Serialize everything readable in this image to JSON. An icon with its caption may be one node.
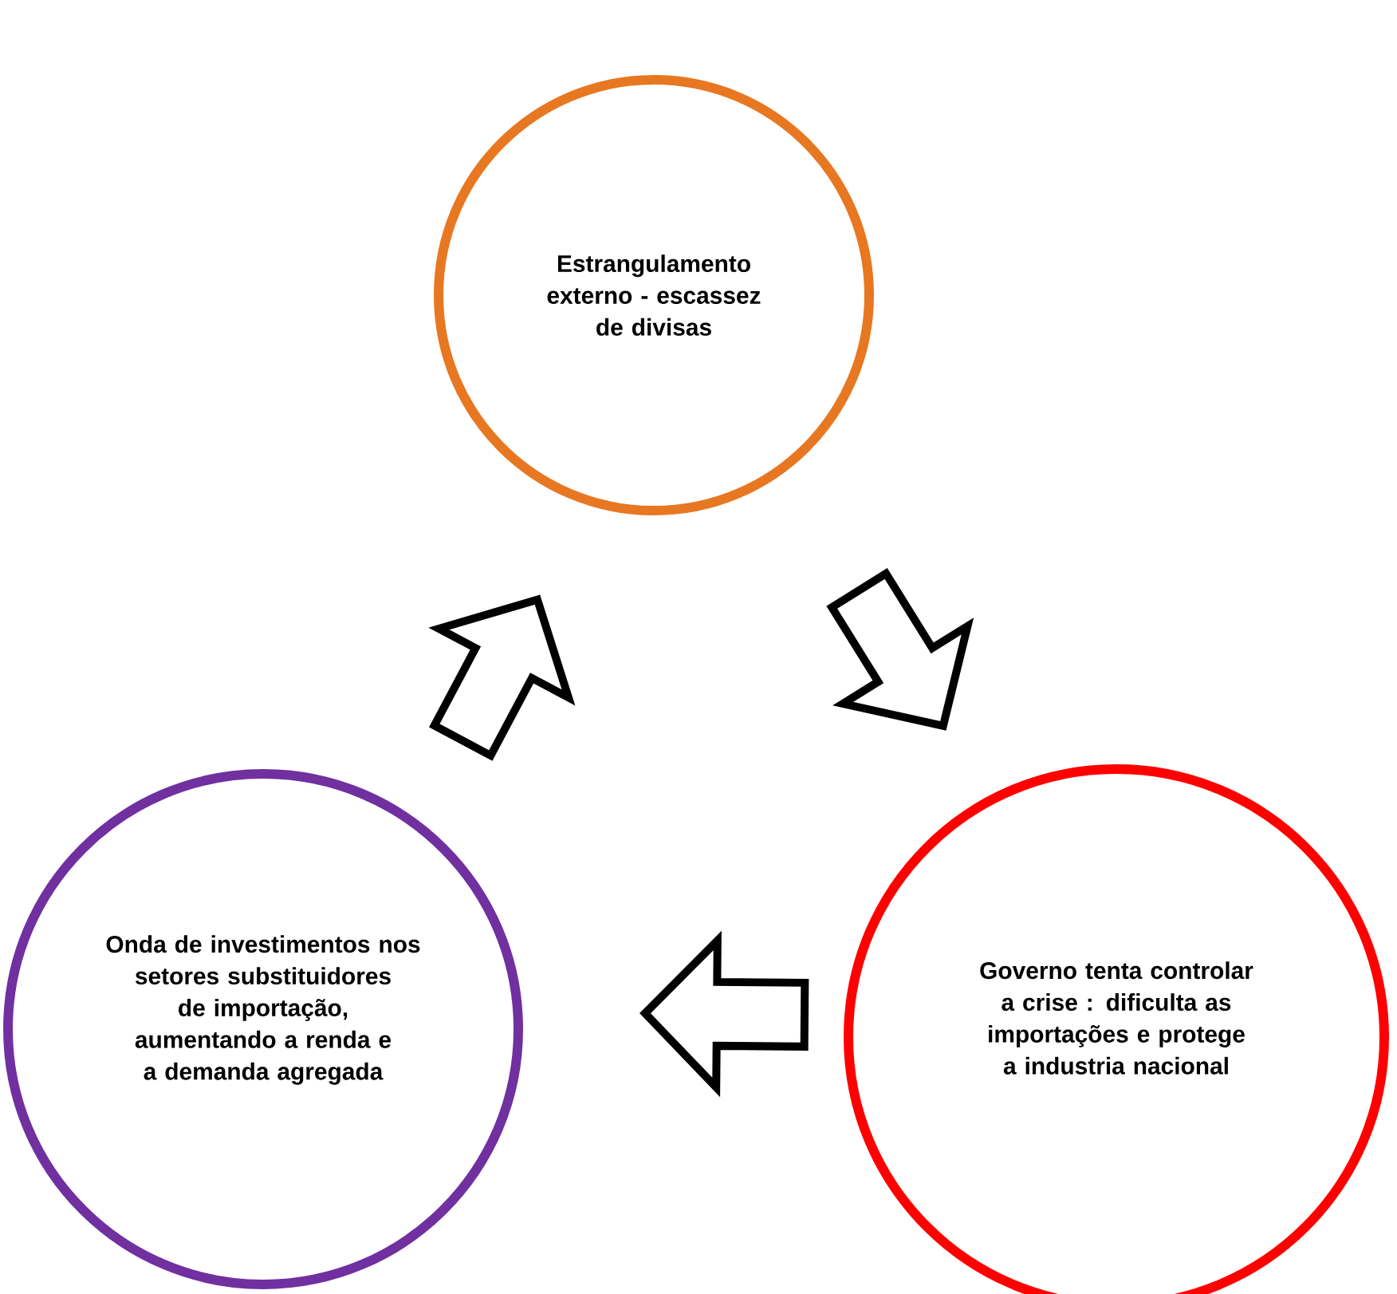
{
  "diagram": {
    "nodes": [
      {
        "text": [
          "Estrangulamento externo - escassez de divisas"
        ]
      },
      {
        "text": [
          "Governo tenta controlar a crise : dificulta as importações e protege a industria nacional"
        ]
      },
      {
        "text": [
          "Onda de investimentos nos setores substituidores de importação, aumentando a renda e a demanda agregada"
        ]
      }
    ],
    "edges": [
      {
        "from": 0,
        "to": 1,
        "arrow": "to"
      },
      {
        "from": 1,
        "to": 2,
        "arrow": "to"
      },
      {
        "from": 2,
        "to": 0,
        "arrow": "to"
      }
    ]
  }
}
